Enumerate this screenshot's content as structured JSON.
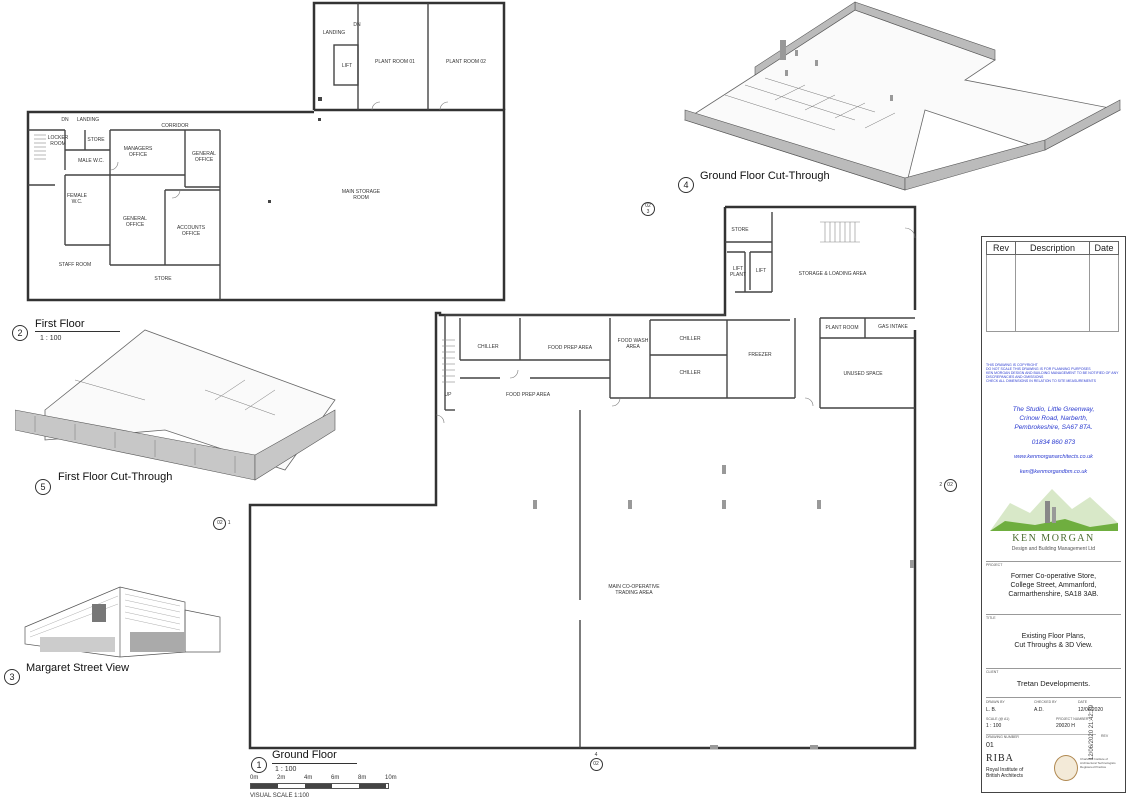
{
  "views": {
    "first_floor": {
      "number": "2",
      "title": "First Floor",
      "scale": "1 : 100"
    },
    "ground_floor": {
      "number": "1",
      "title": "Ground Floor",
      "scale": "1 : 100"
    },
    "ground_cut": {
      "number": "4",
      "title": "Ground Floor Cut-Through"
    },
    "first_cut": {
      "number": "5",
      "title": "First Floor Cut-Through"
    },
    "street": {
      "number": "3",
      "title": "Margaret Street View"
    }
  },
  "first_floor_rooms": {
    "landing_top": "LANDING",
    "up": "DN",
    "lift": "LIFT",
    "plant1": "PLANT ROOM 01",
    "plant2": "PLANT ROOM 02",
    "dn2": "DN",
    "landing2": "LANDING",
    "locker": "LOCKER ROOM",
    "store1": "STORE",
    "corridor": "CORRIDOR",
    "managers": "MANAGERS OFFICE",
    "general1": "GENERAL OFFICE",
    "male": "MALE W.C.",
    "female": "FEMALE W.C.",
    "main_storage": "MAIN STORAGE ROOM",
    "general2": "GENERAL OFFICE",
    "accounts": "ACCOUNTS OFFICE",
    "staff": "STAFF ROOM",
    "store2": "STORE"
  },
  "ground_floor_rooms": {
    "store": "STORE",
    "lift_plant": "LIFT PLANT",
    "lift": "LIFT",
    "storage_loading": "STORAGE & LOADING AREA",
    "plant_room": "PLANT ROOM",
    "gas_intake": "GAS INTAKE",
    "chiller1": "CHILLER",
    "food_prep1": "FOOD PREP AREA",
    "food_wash": "FOOD WASH AREA",
    "chiller2": "CHILLER",
    "freezer": "FREEZER",
    "unused": "UNUSED SPACE",
    "food_prep2": "FOOD PREP AREA",
    "chiller3": "CHILLER",
    "up": "UP",
    "main_trading": "MAIN CO-OPERATIVE TRADING AREA"
  },
  "section_markers": {
    "top": {
      "num": "02",
      "sub": "3"
    },
    "right": {
      "num": "02",
      "sub": "2"
    },
    "left": {
      "num": "02",
      "sub": "1"
    },
    "bottom": {
      "num": "02",
      "sub": "4"
    }
  },
  "visual_scale": {
    "label": "VISUAL SCALE 1:100",
    "ticks": [
      "0m",
      "2m",
      "4m",
      "6m",
      "8m",
      "10m"
    ]
  },
  "title_block": {
    "rev_headers": [
      "Rev",
      "Description",
      "Date"
    ],
    "notes": [
      "THIS DRAWING IS COPYRIGHT",
      "DO NOT SCALE THIS DRAWING IS FOR PLANNING PURPOSES",
      "KEN MORGAN DESIGN AND BUILDING MANAGEMENT TO BE NOTIFIED OF ANY DISCREPANCIES AND OMISSIONS",
      "CHECK ALL DIMENSIONS IN RELATION TO SITE MEASUREMENTS"
    ],
    "address": [
      "The Studio, Little Greenway,",
      "Crinow Road, Narberth,",
      "Pembrokeshire, SA67 8TA."
    ],
    "phone": "01834 860 873",
    "web": "www.kenmorganarchitects.co.uk",
    "email": "ken@kenmorgandbm.co.uk",
    "logo_name": "KEN MORGAN",
    "logo_sub": "Design and Building Management Ltd",
    "project_label": "PROJECT",
    "project": [
      "Former Co-operative Store,",
      "College Street, Ammanford,",
      "Carmarthenshire, SA18 3AB."
    ],
    "title_label": "TITLE",
    "title": [
      "Existing Floor Plans,",
      "Cut Throughs & 3D View."
    ],
    "client_label": "CLIENT",
    "client": "Tretan Developments.",
    "drawn_by_label": "DRAWN BY",
    "drawn_by": "L. B.",
    "checked_by_label": "CHECKED BY",
    "checked_by": "A.D.",
    "date_label": "DATE",
    "date": "12/06/2020",
    "scale_label": "SCALE (@ A1)",
    "scale": "1 : 100",
    "project_number_label": "PROJECT NUMBER",
    "project_number": "20020 H",
    "drawing_number_label": "DRAWING NUMBER",
    "drawing_number": "01",
    "rev_label": "REV",
    "riba": "RIBA",
    "riba_text": [
      "Royal Institute of",
      "British Architects"
    ],
    "ciat_text": "Chartered Institute of Architectural Technologists Registered Practice",
    "timestamp": "12/06/2020 21:42:29"
  },
  "colors": {
    "line": "#333333",
    "accent_blue": "#2a3ad0",
    "logo_green": "#6fae3f"
  }
}
